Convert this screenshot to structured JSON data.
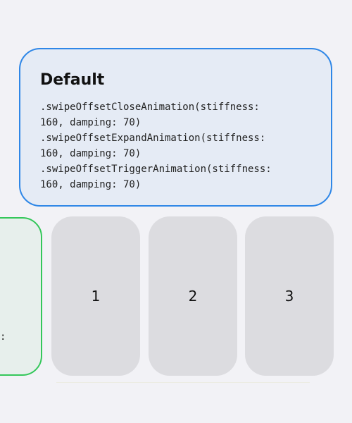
{
  "default_card": {
    "title": "Default",
    "code_lines": [
      ".swipeOffsetCloseAnimation(stiffness:",
      "160, damping: 70)",
      ".swipeOffsetExpandAnimation(stiffness:",
      "160, damping: 70)",
      ".swipeOffsetTriggerAnimation(stiffness:",
      "160, damping: 70)"
    ]
  },
  "left_card": {
    "visible_text": ":"
  },
  "tiles": [
    {
      "label": "1"
    },
    {
      "label": "2"
    },
    {
      "label": "3"
    }
  ],
  "colors": {
    "default_border": "#2f87e7",
    "default_background": "#e5ebf5",
    "left_card_border": "#34c75a",
    "tile_background": "#dcdce0",
    "page_background": "#f2f2f6"
  }
}
